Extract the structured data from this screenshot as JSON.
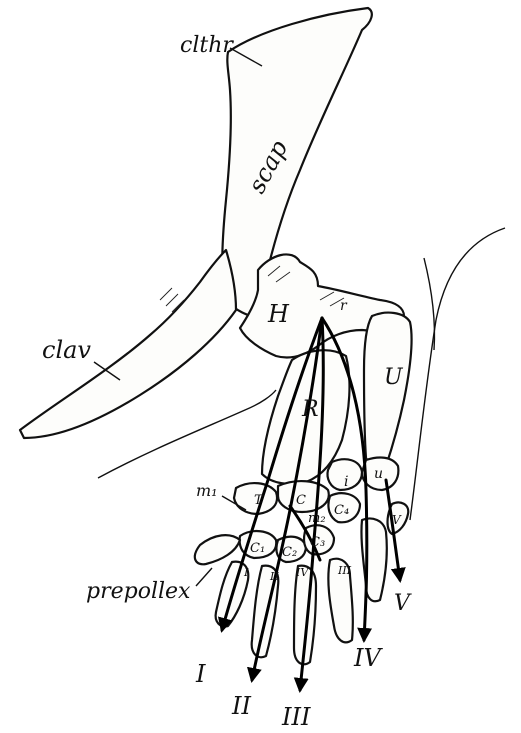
{
  "figure": {
    "labels": {
      "clthr": "clthr",
      "scap": "scap",
      "clav": "clav",
      "H": "H",
      "R": "R",
      "U": "U",
      "i": "i",
      "u": "u",
      "r": "r",
      "m1": "m₁",
      "T": "T",
      "C": "C",
      "m2": "m₂",
      "C4": "C₄",
      "C1": "C₁",
      "C2": "C₂",
      "C3": "C₃",
      "prepollex": "prepollex",
      "d1": "I",
      "d2": "II",
      "d3": "III",
      "d4": "IV",
      "d5": "V",
      "small_I": "I",
      "small_II": "II",
      "small_III": "III",
      "small_IV": "IV",
      "small_V": "V"
    },
    "colors": {
      "ink": "#111111",
      "paper": "#ffffff"
    }
  }
}
